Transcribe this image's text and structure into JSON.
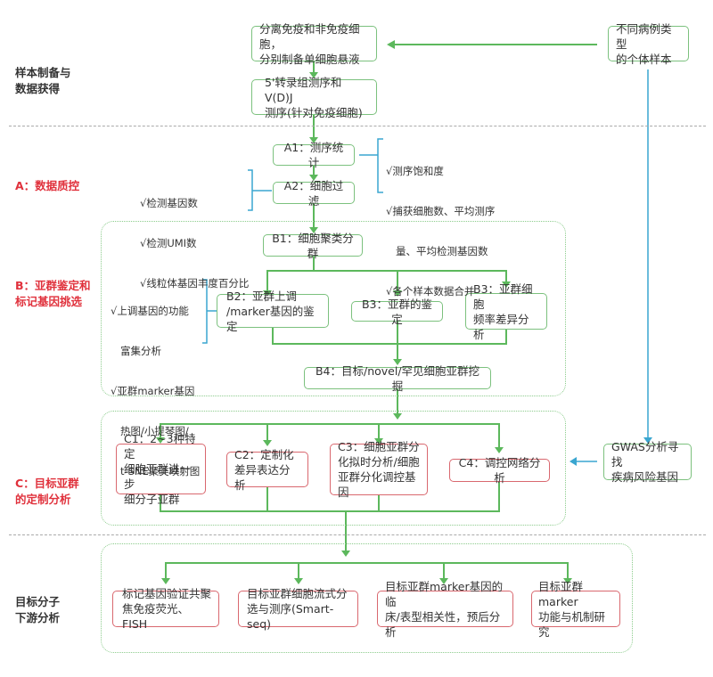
{
  "sections": {
    "prep": "样本制备与\n数据获得",
    "a": "A：数据质控",
    "b": "B：亚群鉴定和\n标记基因挑选",
    "c": "C：目标亚群\n的定制分析",
    "downstream": "目标分子\n下游分析"
  },
  "nodes": {
    "isolate": "分离免疫和非免疫细胞，\n分别制备单细胞悬液",
    "samples": "不同病例类型\n的个体样本",
    "sequencing": "5'转录组测序和V(D)J\n测序(针对免疫细胞)",
    "a1": "A1：测序统计",
    "a2": "A2：细胞过滤",
    "b1": "B1：细胞聚类分群",
    "b2": "B2：亚群上调\n/marker基因的鉴定",
    "b3a": "B3：亚群的鉴定",
    "b3b": "B3：亚群细胞\n频率差异分析",
    "b4": "B4：目标/novel/罕见细胞亚群挖掘",
    "c1": "C1：2~3种特定\n细胞亚群进一步\n细分子亚群",
    "c2": "C2：定制化\n差异表达分析",
    "c3": "C3：细胞亚群分\n化拟时分析/细胞\n亚群分化调控基因",
    "c4": "C4：调控网络分析",
    "gwas": "GWAS分析寻找\n疾病风险基因",
    "d1": "标记基因验证共聚\n焦免疫荧光、FISH",
    "d2": "目标亚群细胞流式分\n选与测序(Smart-seq)",
    "d3": "目标亚群marker基因的临\n床/表型相关性，预后分析",
    "d4": "目标亚群marker\n功能与机制研究"
  },
  "notes": {
    "a1_notes": [
      "√测序饱和度",
      "√捕获细胞数、平均测序",
      "   量、平均检测基因数",
      "√各个样本数据合并"
    ],
    "a2_notes": [
      "√检测基因数",
      "√检测UMI数",
      "√线粒体基因丰度百分比"
    ],
    "b2_notes": [
      "√上调基因的功能",
      "   富集分析",
      "√亚群marker基因",
      "   热图/小提琴图/",
      "   t-SNE聚类映射图"
    ]
  },
  "colors": {
    "green": "#5cb85c",
    "blue": "#3aa6d0",
    "red_label": "#e0313c",
    "red_border": "#d9686f"
  }
}
